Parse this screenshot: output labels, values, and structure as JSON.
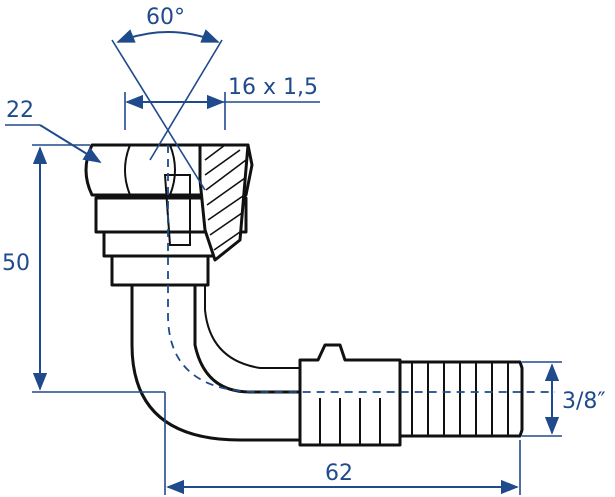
{
  "dimensions": {
    "thread_angle": "60°",
    "thread_size": "16 x 1,5",
    "hex_size": "22",
    "height": "50",
    "length": "62",
    "hose_size": "3/8″"
  },
  "colors": {
    "dimension": "#1f4a8c",
    "outline": "#111111",
    "background": "#ffffff"
  }
}
